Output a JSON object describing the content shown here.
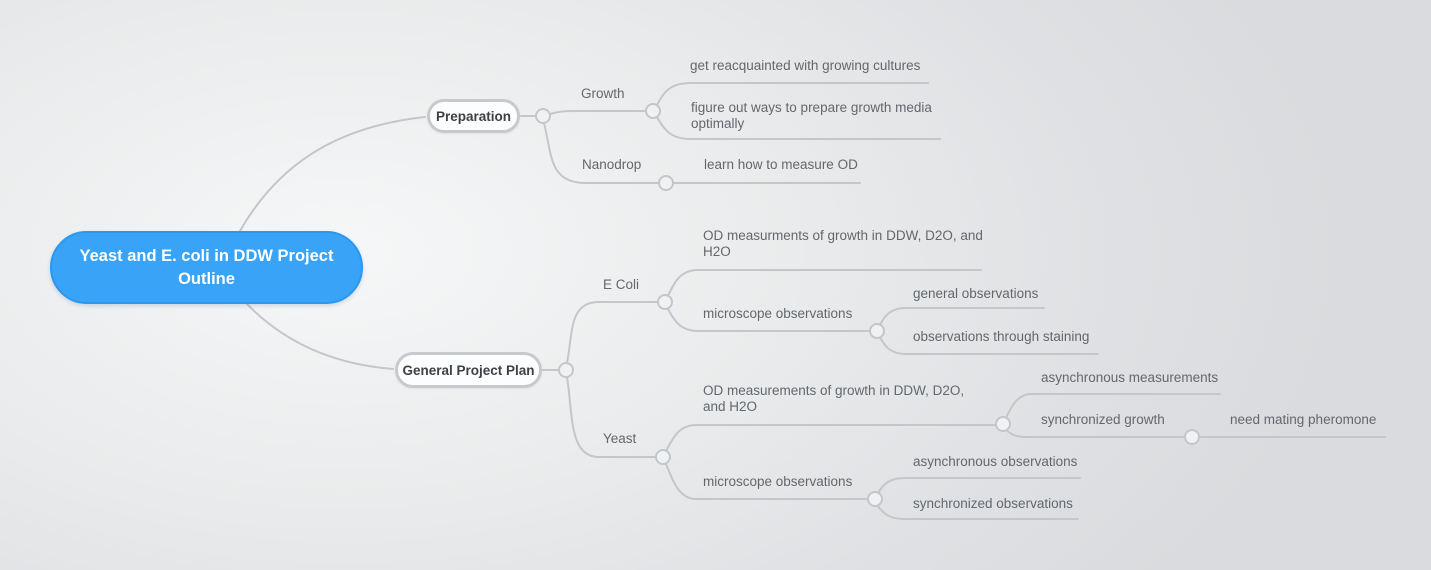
{
  "app": {
    "name": "mind-map-canvas"
  },
  "colors": {
    "accent": "#38a3f7",
    "accent_border": "#2b97ef",
    "line": "#c4c7ca",
    "leaf_text": "#63686d",
    "node_text": "#3c4146",
    "node_fill": "#fcfdfe",
    "node_border": "#c7cacd",
    "background_center": "#f6f7f8",
    "background_edge": "#d9dbde"
  },
  "mindmap": {
    "root": {
      "label": "Yeast and E. coli in DDW Project Outline",
      "children": [
        {
          "label": "Preparation",
          "children": [
            {
              "label": "Growth",
              "children": [
                {
                  "label": "get reacquainted with growing cultures",
                  "children": []
                },
                {
                  "label": "figure out ways to prepare growth media optimally",
                  "children": []
                }
              ]
            },
            {
              "label": "Nanodrop",
              "children": [
                {
                  "label": "learn how to measure OD",
                  "children": []
                }
              ]
            }
          ]
        },
        {
          "label": "General Project Plan",
          "children": [
            {
              "label": "E Coli",
              "children": [
                {
                  "label": "OD measurments of growth in DDW, D2O, and H2O",
                  "children": []
                },
                {
                  "label": "microscope observations",
                  "children": [
                    {
                      "label": "general observations",
                      "children": []
                    },
                    {
                      "label": "observations through staining",
                      "children": []
                    }
                  ]
                }
              ]
            },
            {
              "label": "Yeast",
              "children": [
                {
                  "label": "OD measurements of growth in DDW, D2O, and H2O",
                  "children": [
                    {
                      "label": "asynchronous measurements",
                      "children": []
                    },
                    {
                      "label": "synchronized growth",
                      "children": [
                        {
                          "label": "need mating pheromone",
                          "children": []
                        }
                      ]
                    }
                  ]
                },
                {
                  "label": "microscope observations",
                  "children": [
                    {
                      "label": "asynchronous observations",
                      "children": []
                    },
                    {
                      "label": "synchronized observations",
                      "children": []
                    }
                  ]
                }
              ]
            }
          ]
        }
      ]
    }
  }
}
